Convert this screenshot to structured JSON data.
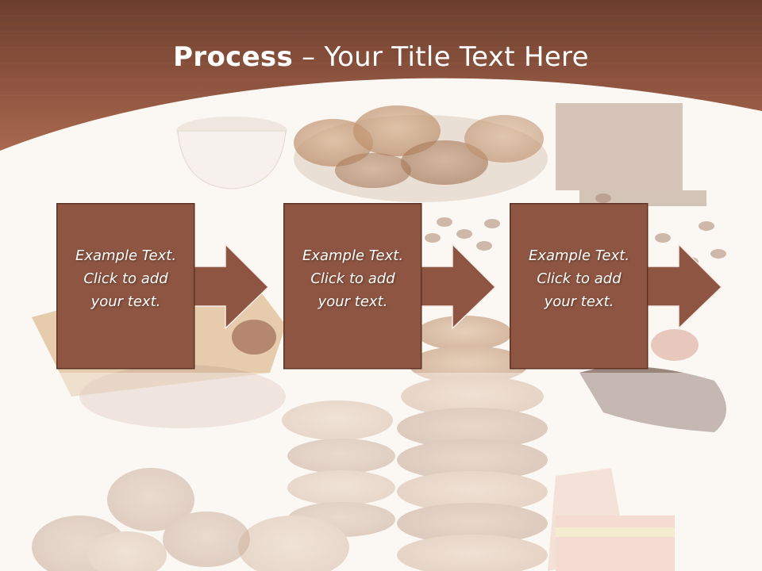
{
  "slide": {
    "title_bold": "Process",
    "title_dash": " – ",
    "title_rest": "Your Title Text Here"
  },
  "steps": [
    {
      "text": "Example Text.\nClick  to add\nyour text."
    },
    {
      "text": "Example Text.\nClick  to add\nyour text."
    },
    {
      "text": "Example Text.\nClick  to add\nyour text."
    }
  ],
  "colors": {
    "header_dark": "#6b3f2d",
    "header_mid": "#9c5f46",
    "box_fill": "#8d5542",
    "box_border": "#5e3223",
    "arrow_fill": "#8d5542"
  }
}
